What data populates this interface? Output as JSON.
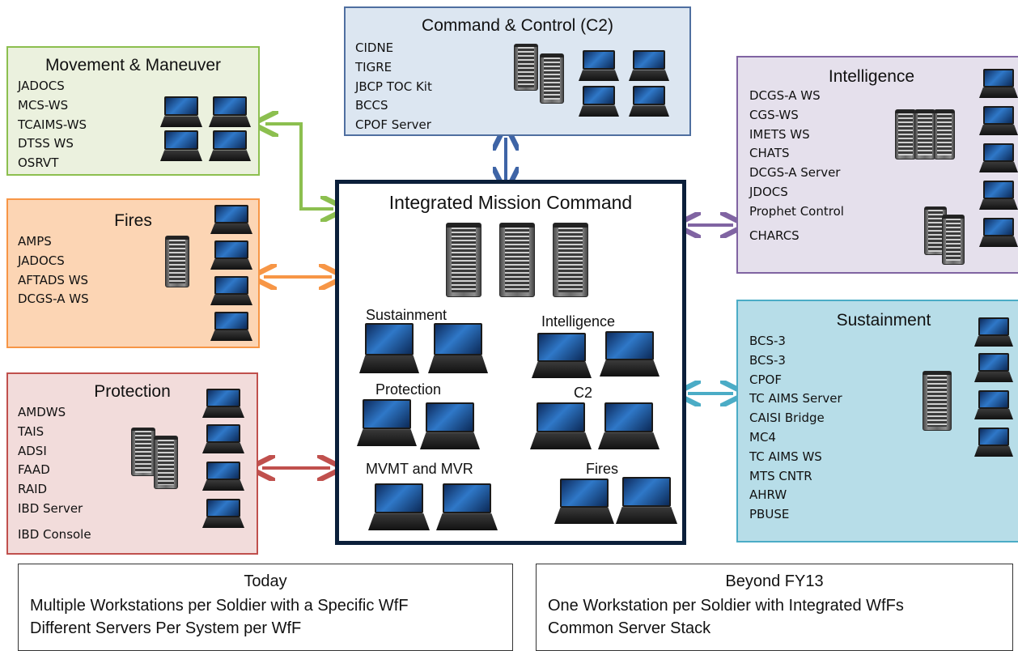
{
  "colors": {
    "movement": "#8cbf4f",
    "fires": "#f79646",
    "protection": "#c0504d",
    "c2": "#4f6fa0",
    "intelligence": "#8064a2",
    "sustainment": "#4bacc6",
    "center": "#0b1f3a"
  },
  "center": {
    "title": "Integrated Mission Command",
    "labels": [
      "Sustainment",
      "Intelligence",
      "Protection",
      "C2",
      "MVMT and MVR",
      "Fires"
    ]
  },
  "c2": {
    "title": "Command & Control (C2)",
    "items": [
      "CIDNE",
      "TIGRE",
      "JBCP TOC Kit",
      "BCCS",
      "CPOF Server"
    ]
  },
  "movement": {
    "title": "Movement & Maneuver",
    "items": [
      "JADOCS",
      "MCS-WS",
      "TCAIMS-WS",
      "DTSS WS",
      "OSRVT"
    ]
  },
  "fires": {
    "title": "Fires",
    "items": [
      "AMPS",
      "JADOCS",
      "AFTADS WS",
      "DCGS-A  WS"
    ]
  },
  "protection": {
    "title": "Protection",
    "items": [
      "AMDWS",
      "TAIS",
      "ADSI",
      "FAAD",
      "RAID",
      "IBD Server",
      "IBD Console"
    ]
  },
  "intelligence": {
    "title": "Intelligence",
    "items": [
      "DCGS-A WS",
      "CGS-WS",
      "IMETS WS",
      "CHATS",
      "DCGS-A Server",
      "JDOCS",
      "Prophet Control",
      "CHARCS"
    ]
  },
  "sustainment": {
    "title": "Sustainment",
    "items": [
      "BCS-3",
      "BCS-3",
      "CPOF",
      "TC AIMS Server",
      "CAISI Bridge",
      "MC4",
      "TC AIMS WS",
      "MTS CNTR",
      "AHRW",
      "PBUSE"
    ]
  },
  "footer": {
    "today": {
      "title": "Today",
      "line1": "Multiple Workstations per Soldier with a Specific WfF",
      "line2": "Different Servers Per System per WfF"
    },
    "beyond": {
      "title": "Beyond FY13",
      "line1": "One Workstation per Soldier with Integrated WfFs",
      "line2": "Common Server Stack"
    }
  }
}
